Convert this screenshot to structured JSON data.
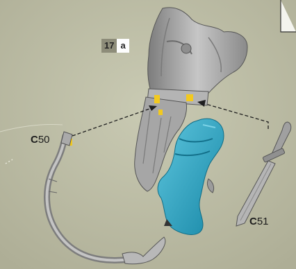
{
  "step": {
    "number": "17",
    "sub": "a"
  },
  "parts": [
    {
      "id": "C",
      "num": "50"
    },
    {
      "id": "C",
      "num": "51"
    }
  ],
  "colors": {
    "background": "#c2c2ab",
    "model_grey": "#9a9a9a",
    "highlight_blue": "#2aa7c5",
    "glue_yellow": "#f2c91f"
  }
}
